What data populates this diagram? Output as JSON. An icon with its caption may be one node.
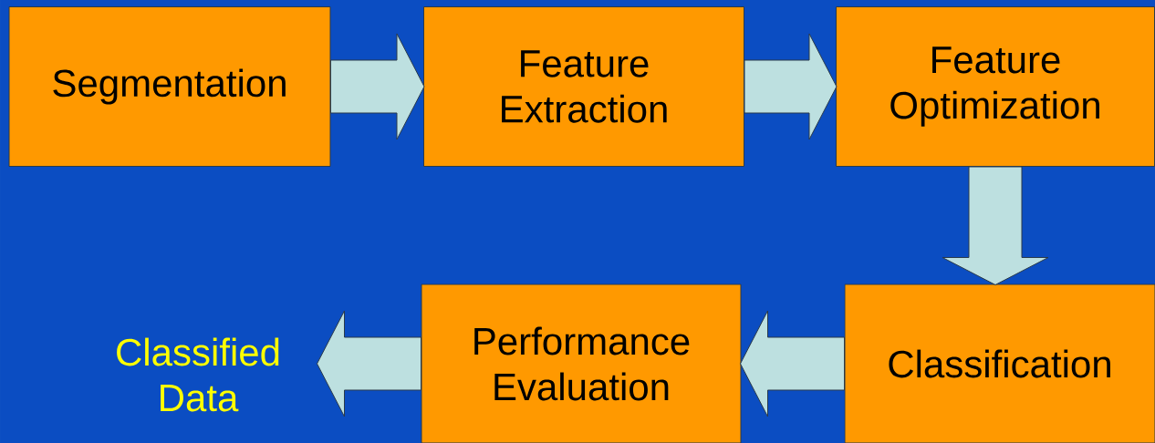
{
  "diagram": {
    "nodes": [
      {
        "text": [
          "Segmentation"
        ]
      },
      {
        "text": [
          "Feature Extraction"
        ]
      },
      {
        "text": [
          "Feature Optimization"
        ]
      },
      {
        "text": [
          "Classification"
        ]
      },
      {
        "text": [
          "Performance Evaluation"
        ]
      },
      {
        "text": [
          "Classified Data"
        ]
      }
    ],
    "edges": [
      {
        "from": 0,
        "to": 1,
        "arrow": "to"
      },
      {
        "from": 1,
        "to": 2,
        "arrow": "to"
      },
      {
        "from": 2,
        "to": 3,
        "arrow": "to"
      },
      {
        "from": 3,
        "to": 4,
        "arrow": "to"
      },
      {
        "from": 4,
        "to": 5,
        "arrow": "to"
      }
    ]
  }
}
